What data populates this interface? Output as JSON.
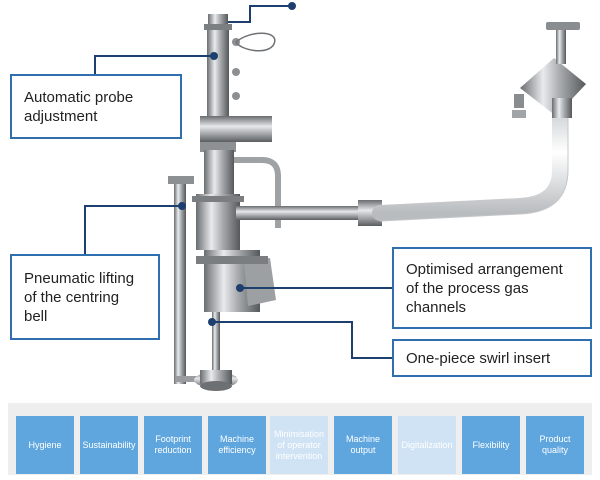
{
  "callouts": {
    "automatic_probe": "Automatic probe adjustment",
    "pneumatic_lifting": "Pneumatic lifting of the centring bell",
    "optimised_arrangement": "Optimised arrangement of the process gas channels",
    "swirl_insert": "One-piece swirl insert"
  },
  "features": [
    {
      "label": "Hygiene",
      "active": true
    },
    {
      "label": "Sustainability",
      "active": true
    },
    {
      "label": "Footprint reduction",
      "active": true
    },
    {
      "label": "Machine efficiency",
      "active": true
    },
    {
      "label": "Minimisation of operator intervention",
      "active": false
    },
    {
      "label": "Machine output",
      "active": true
    },
    {
      "label": "Digitalization",
      "active": false
    },
    {
      "label": "Flexibility",
      "active": true
    },
    {
      "label": "Product quality",
      "active": true
    }
  ],
  "colors": {
    "callout_border": "#2f6fb0",
    "leader_line": "#1d3f6e",
    "feature_active": "#5fa6df",
    "feature_inactive": "#cfe3f4",
    "feature_bar_bg": "#eeeeee"
  }
}
